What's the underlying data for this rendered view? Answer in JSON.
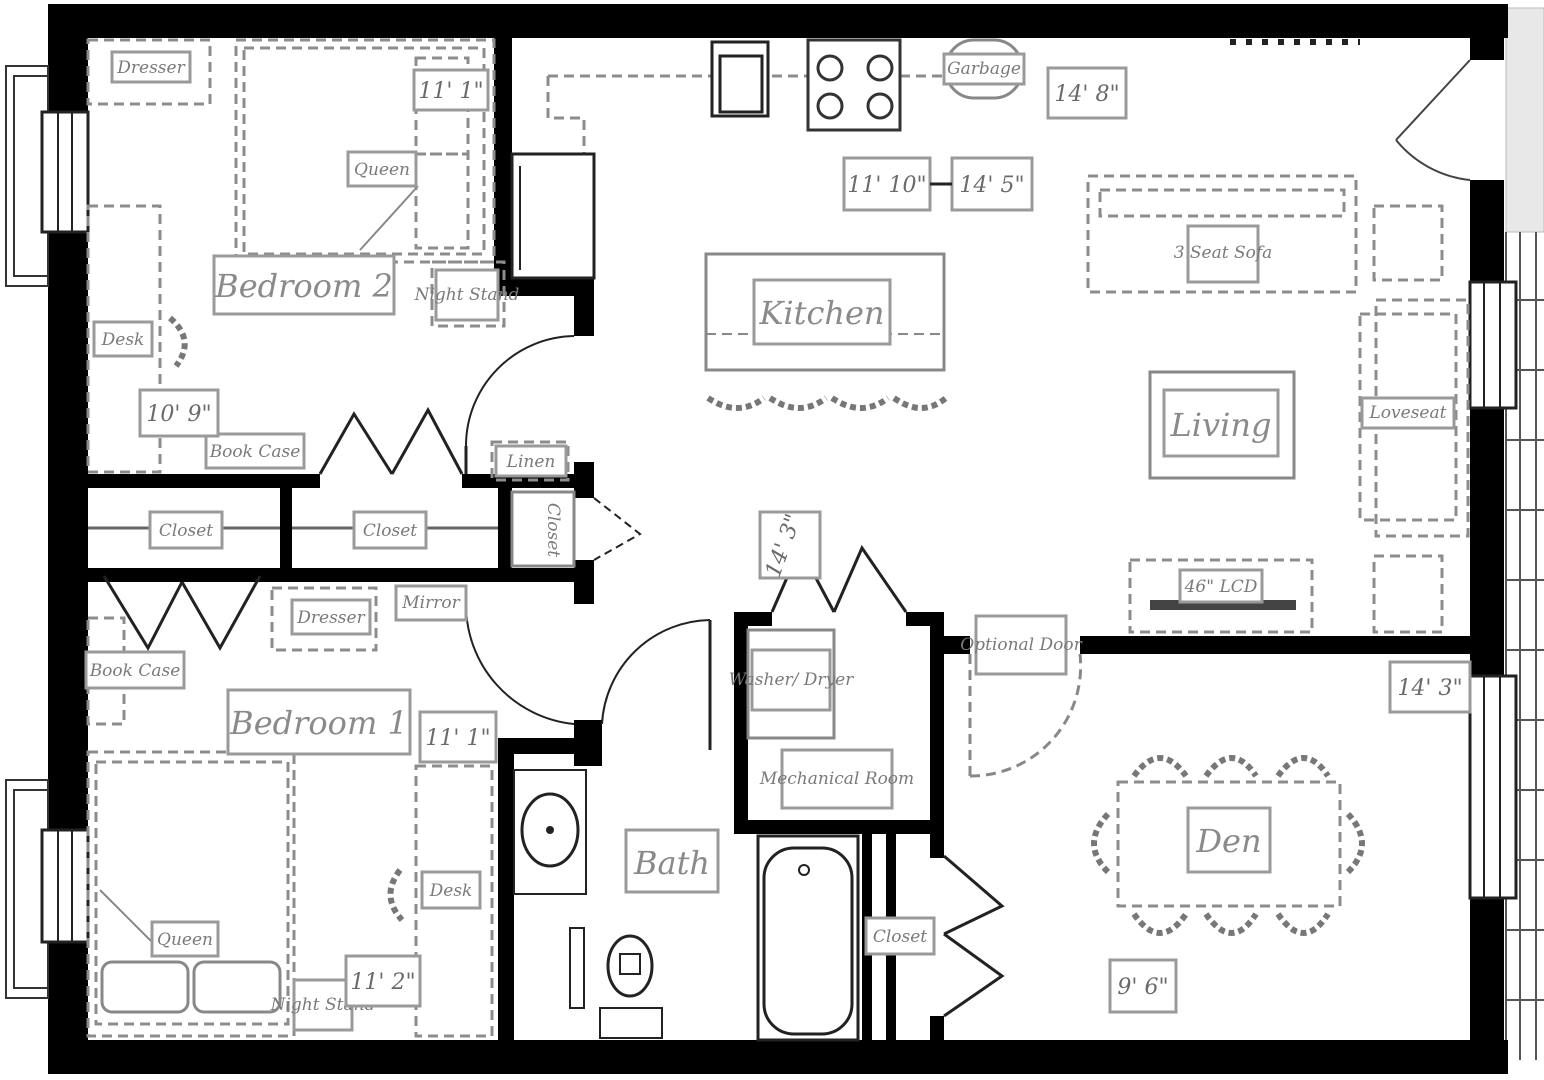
{
  "rooms": {
    "bedroom2": "Bedroom 2",
    "bedroom1": "Bedroom 1",
    "kitchen": "Kitchen",
    "living": "Living",
    "bath": "Bath",
    "den": "Den"
  },
  "furniture": {
    "dresser_b2": "Dresser",
    "queen_b2": "Queen",
    "night_stand_b2": "Night Stand",
    "desk_b2": "Desk",
    "book_case_b2": "Book Case",
    "closet_left": "Closet",
    "closet_right": "Closet",
    "linen": "Linen",
    "closet_small": "Closet",
    "dresser_b1": "Dresser",
    "mirror": "Mirror",
    "book_case_b1": "Book Case",
    "queen_b1": "Queen",
    "desk_b1": "Desk",
    "night_stand_b1": "Night Stand",
    "garbage": "Garbage",
    "sofa": "3 Seat Sofa",
    "loveseat": "Loveseat",
    "lcd": "46\" LCD",
    "washer_dryer": "Washer/ Dryer",
    "mechanical_room": "Mechanical Room",
    "optional_door": "Optional Door",
    "closet_bath": "Closet"
  },
  "dimensions": {
    "b2_width": "11' 1\"",
    "b2_depth": "10' 9\"",
    "kitchen_dim": "14' 8\"",
    "kitchen_w": "11' 10\"",
    "living_w": "14' 5\"",
    "hall": "14' 3\"",
    "b1_width": "11' 1\"",
    "b1_depth": "11' 2\"",
    "den_w": "14' 3\"",
    "den_d": "9' 6\""
  }
}
